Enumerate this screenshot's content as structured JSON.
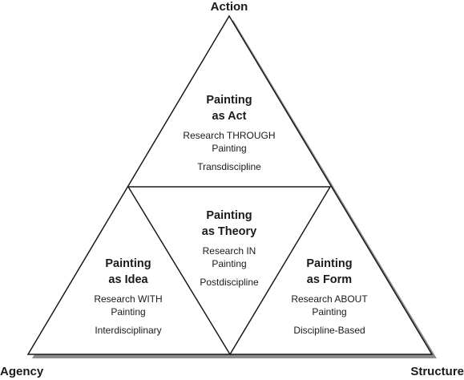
{
  "corners": {
    "top": "Action",
    "left": "Agency",
    "right": "Structure"
  },
  "blocks": {
    "act": {
      "title1": "Painting",
      "title2": "as Act",
      "line1": "Research THROUGH",
      "line2": "Painting",
      "line3": "Transdiscipline"
    },
    "theory": {
      "title1": "Painting",
      "title2": "as Theory",
      "line1": "Research IN",
      "line2": "Painting",
      "line3": "Postdiscipline"
    },
    "idea": {
      "title1": "Painting",
      "title2": "as Idea",
      "line1": "Research WITH",
      "line2": "Painting",
      "line3": "Interdisciplinary"
    },
    "form": {
      "title1": "Painting",
      "title2": "as Form",
      "line1": "Research ABOUT",
      "line2": "Painting",
      "line3": "Discipline-Based"
    }
  },
  "colors": {
    "stroke": "#1a1a1a",
    "shadow": "#8c8c8c"
  }
}
